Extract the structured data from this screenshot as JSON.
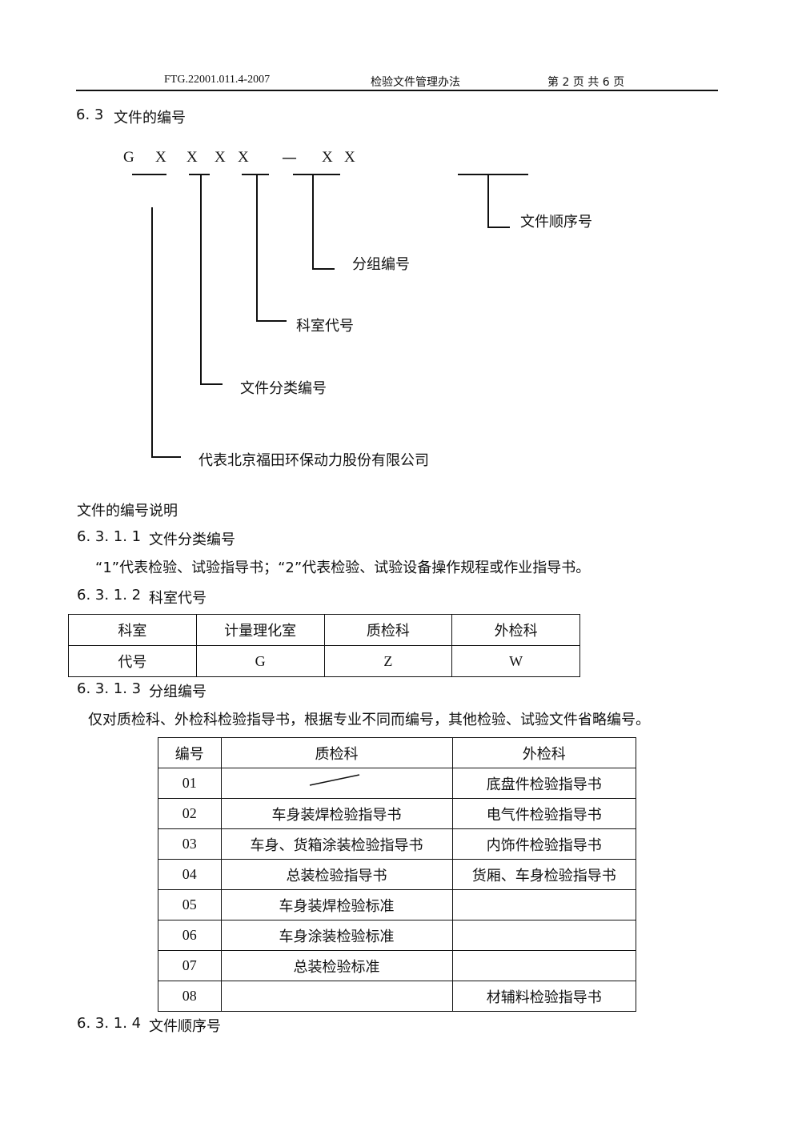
{
  "header": {
    "doc_code": "FTG.22001.011.4-2007",
    "doc_title": "检验文件管理办法",
    "page_info": "第 2 页  共  6  页"
  },
  "section": {
    "number": "6. 3",
    "title": "文件的编号"
  },
  "code_diagram": {
    "code_chars": [
      "G",
      "X",
      "X",
      "X",
      "X",
      "—",
      "X",
      "X"
    ],
    "labels": {
      "sequence": "文件顺序号",
      "group": "分组编号",
      "department": "科室代号",
      "category": "文件分类编号",
      "company": "代表北京福田环保动力股份有限公司"
    }
  },
  "explanation_title": "文件的编号说明",
  "sub1": {
    "number": "6. 3. 1. 1",
    "title": "文件分类编号",
    "body": "“1”代表检验、试验指导书；“2”代表检验、试验设备操作规程或作业指导书。"
  },
  "sub2": {
    "number": "6. 3. 1. 2",
    "title": "科室代号",
    "table": {
      "header": [
        "科室",
        "计量理化室",
        "质检科",
        "外检科"
      ],
      "row": [
        "代号",
        "G",
        "Z",
        "W"
      ]
    }
  },
  "sub3": {
    "number": "6. 3. 1. 3",
    "title": "分组编号",
    "body": "仅对质检科、外检科检验指导书，根据专业不同而编号，其他检验、试验文件省略编号。",
    "table": {
      "header": [
        "编号",
        "质检科",
        "外检科"
      ],
      "rows": [
        [
          "01",
          "",
          "底盘件检验指导书"
        ],
        [
          "02",
          "车身装焊检验指导书",
          "电气件检验指导书"
        ],
        [
          "03",
          "车身、货箱涂装检验指导书",
          "内饰件检验指导书"
        ],
        [
          "04",
          "总装检验指导书",
          "货厢、车身检验指导书"
        ],
        [
          "05",
          "车身装焊检验标准",
          ""
        ],
        [
          "06",
          "车身涂装检验标准",
          ""
        ],
        [
          "07",
          "总装检验标准",
          ""
        ],
        [
          "08",
          "",
          "材辅料检验指导书"
        ]
      ]
    }
  },
  "sub4": {
    "number": "6. 3. 1. 4",
    "title": "文件顺序号"
  }
}
